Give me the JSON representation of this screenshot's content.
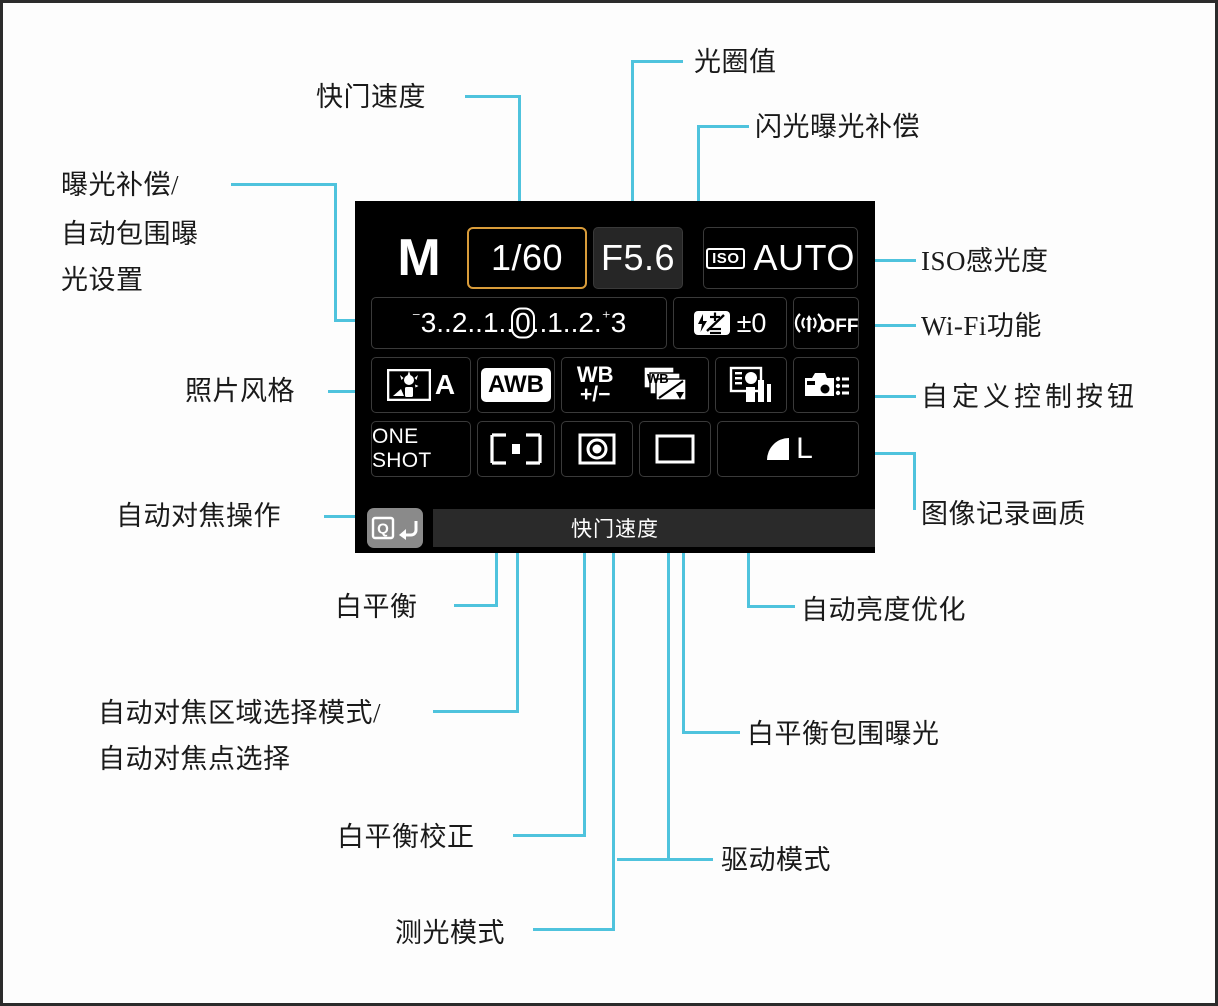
{
  "panel": {
    "row1": {
      "shooting_mode": "M",
      "shutter_speed": "1/60",
      "aperture": "F5.6",
      "iso_badge": "ISO",
      "iso_value": "AUTO"
    },
    "row2": {
      "exposure_scale_minus": "⁻",
      "exposure_scale_left": "3..2..1..",
      "exposure_scale_zero": "0",
      "exposure_scale_right": "..1..2.",
      "exposure_scale_plus": "⁺",
      "exposure_scale_end": "3",
      "exposure_scale_full": "⁻3..2..1..0..1..2.⁺3",
      "flash_exposure_comp": "±0",
      "wifi_state": "OFF"
    },
    "row3": {
      "picture_style": "A",
      "white_balance": "AWB",
      "wb_shift_top": "WB",
      "wb_shift_bottom": "+/−",
      "wb_bracket": "WB",
      "auto_lighting_optimizer": "",
      "custom_controls": ""
    },
    "row4": {
      "af_operation": "ONE SHOT",
      "af_area": "",
      "metering": "",
      "drive_mode": "",
      "image_quality": "L"
    },
    "bottom": {
      "q_button": "Q",
      "hint": "快门速度"
    }
  },
  "annotations": {
    "shutter_speed": "快门速度",
    "aperture": "光圈值",
    "flash_exposure_comp": "闪光曝光补偿",
    "exposure_comp_l1": "曝光补偿/",
    "exposure_comp_l2": "自动包围曝",
    "exposure_comp_l3": "光设置",
    "iso": "ISO感光度",
    "wifi": "Wi-Fi功能",
    "picture_style": "照片风格",
    "custom_controls": "自定义控制按钮",
    "af_operation": "自动对焦操作",
    "image_quality": "图像记录画质",
    "auto_lighting_optimizer": "自动亮度优化",
    "white_balance": "白平衡",
    "af_area_l1": "自动对焦区域选择模式/",
    "af_area_l2": "自动对焦点选择",
    "wb_bracket": "白平衡包围曝光",
    "wb_shift": "白平衡校正",
    "drive_mode": "驱动模式",
    "metering": "测光模式"
  },
  "colors": {
    "leader_line": "#4fc3dd",
    "highlight_border": "#d99c3a",
    "panel_bg": "#000000",
    "text": "#ffffff"
  }
}
